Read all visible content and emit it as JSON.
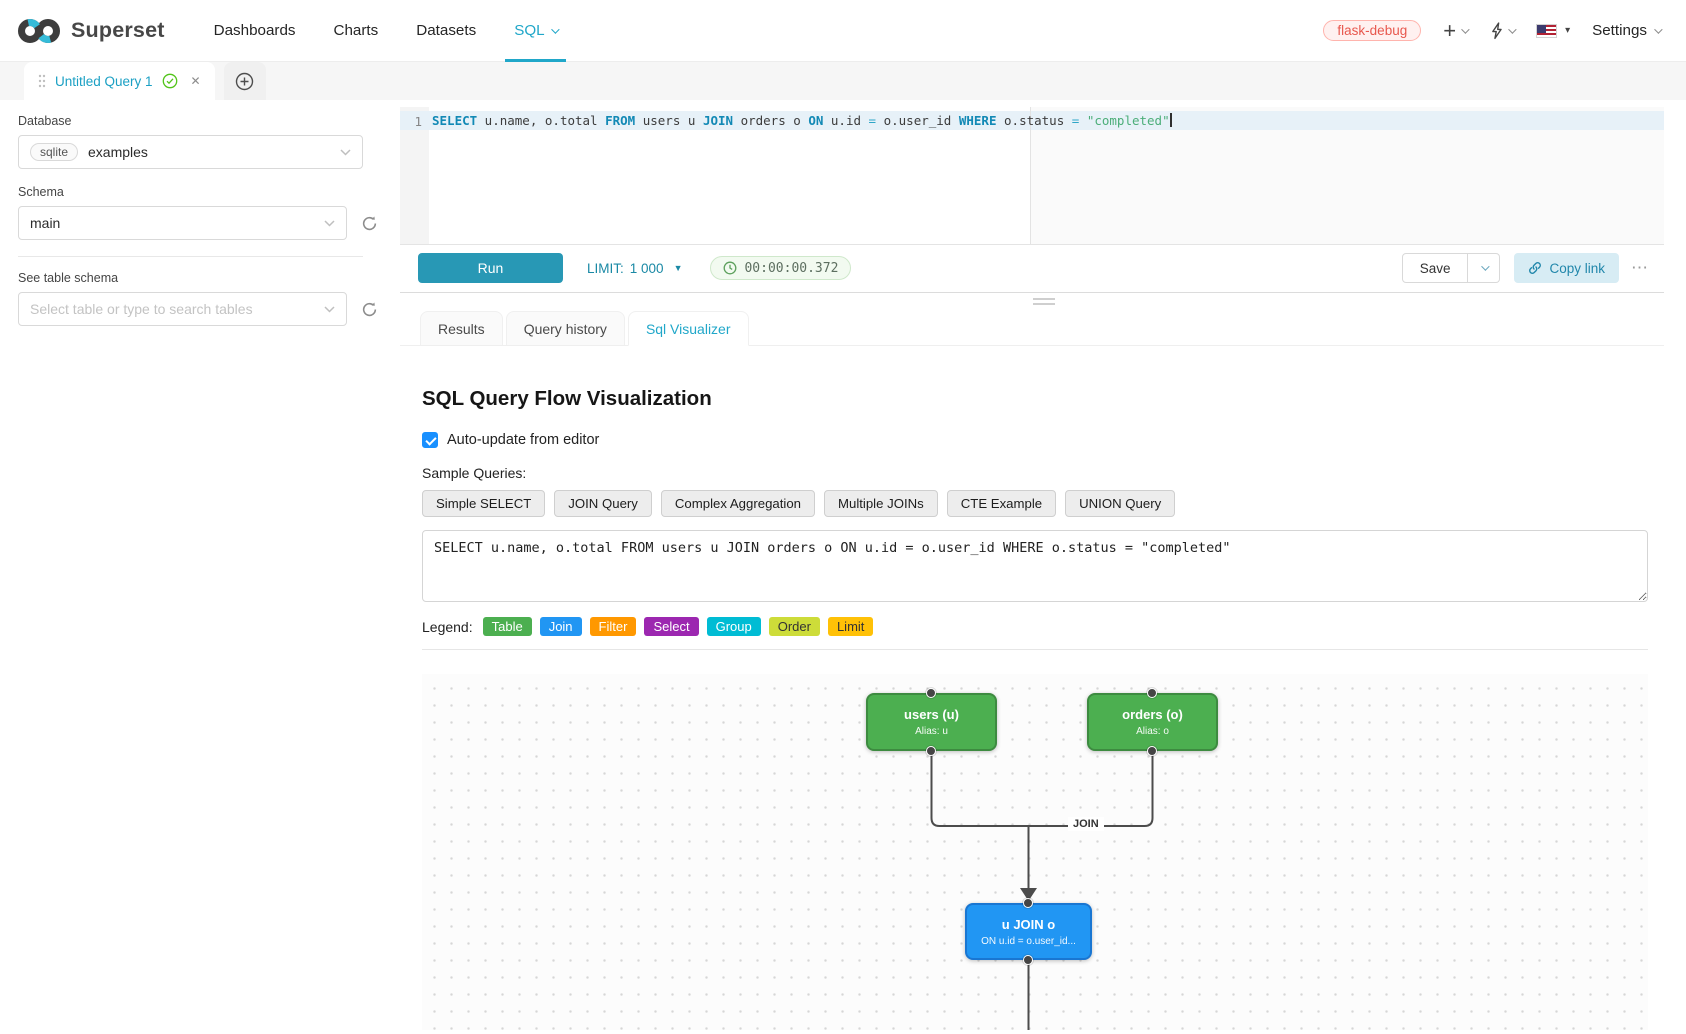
{
  "navbar": {
    "brand": "Superset",
    "items": [
      "Dashboards",
      "Charts",
      "Datasets",
      "SQL"
    ],
    "active_item": "SQL",
    "env_badge": "flask-debug",
    "settings_label": "Settings"
  },
  "query_tabs": {
    "active_tab_title": "Untitled Query 1"
  },
  "sidebar": {
    "database_label": "Database",
    "database_engine": "sqlite",
    "database_value": "examples",
    "schema_label": "Schema",
    "schema_value": "main",
    "table_label": "See table schema",
    "table_placeholder": "Select table or type to search tables"
  },
  "editor": {
    "line_number": "1",
    "tokens": [
      {
        "text": "SELECT",
        "type": "kw"
      },
      {
        "text": " u.name, o.total ",
        "type": "id"
      },
      {
        "text": "FROM",
        "type": "kw"
      },
      {
        "text": " users u ",
        "type": "id"
      },
      {
        "text": "JOIN",
        "type": "kw"
      },
      {
        "text": " orders o ",
        "type": "id"
      },
      {
        "text": "ON",
        "type": "kw"
      },
      {
        "text": " u.id ",
        "type": "id"
      },
      {
        "text": "=",
        "type": "op"
      },
      {
        "text": " o.user_id ",
        "type": "id"
      },
      {
        "text": "WHERE",
        "type": "kw"
      },
      {
        "text": " o.status ",
        "type": "id"
      },
      {
        "text": "=",
        "type": "op"
      },
      {
        "text": " ",
        "type": "id"
      },
      {
        "text": "\"completed\"",
        "type": "str"
      }
    ]
  },
  "toolbar": {
    "run": "Run",
    "limit_label": "LIMIT:",
    "limit_value": "1 000",
    "timer": "00:00:00.372",
    "save": "Save",
    "copy_link": "Copy link",
    "more": "⋯"
  },
  "result_tabs": {
    "items": [
      "Results",
      "Query history",
      "Sql Visualizer"
    ],
    "active": "Sql Visualizer"
  },
  "visualizer": {
    "title": "SQL Query Flow Visualization",
    "auto_update_label": "Auto-update from editor",
    "auto_update_checked": true,
    "samples_label": "Sample Queries:",
    "samples": [
      "Simple SELECT",
      "JOIN Query",
      "Complex Aggregation",
      "Multiple JOINs",
      "CTE Example",
      "UNION Query"
    ],
    "sql_input": "SELECT u.name, o.total FROM users u JOIN orders o ON u.id = o.user_id WHERE o.status = \"completed\"",
    "legend_label": "Legend:",
    "legend": [
      {
        "label": "Table",
        "color": "#4caf50",
        "text_color": "#ffffff"
      },
      {
        "label": "Join",
        "color": "#2196f3",
        "text_color": "#ffffff"
      },
      {
        "label": "Filter",
        "color": "#ff9800",
        "text_color": "#ffffff"
      },
      {
        "label": "Select",
        "color": "#9c27b0",
        "text_color": "#ffffff"
      },
      {
        "label": "Group",
        "color": "#00bcd4",
        "text_color": "#ffffff"
      },
      {
        "label": "Order",
        "color": "#cddc39",
        "text_color": "#333333"
      },
      {
        "label": "Limit",
        "color": "#ffc107",
        "text_color": "#333333"
      }
    ],
    "flow": {
      "nodes": {
        "users": {
          "title": "users (u)",
          "subtitle": "Alias: u"
        },
        "orders": {
          "title": "orders (o)",
          "subtitle": "Alias: o"
        },
        "join": {
          "title": "u JOIN o",
          "subtitle": "ON u.id = o.user_id..."
        }
      },
      "edge_label": "JOIN",
      "colors": {
        "table_node": "#4caf50",
        "join_node": "#2196f3",
        "accent": "#20a7c9"
      }
    }
  }
}
